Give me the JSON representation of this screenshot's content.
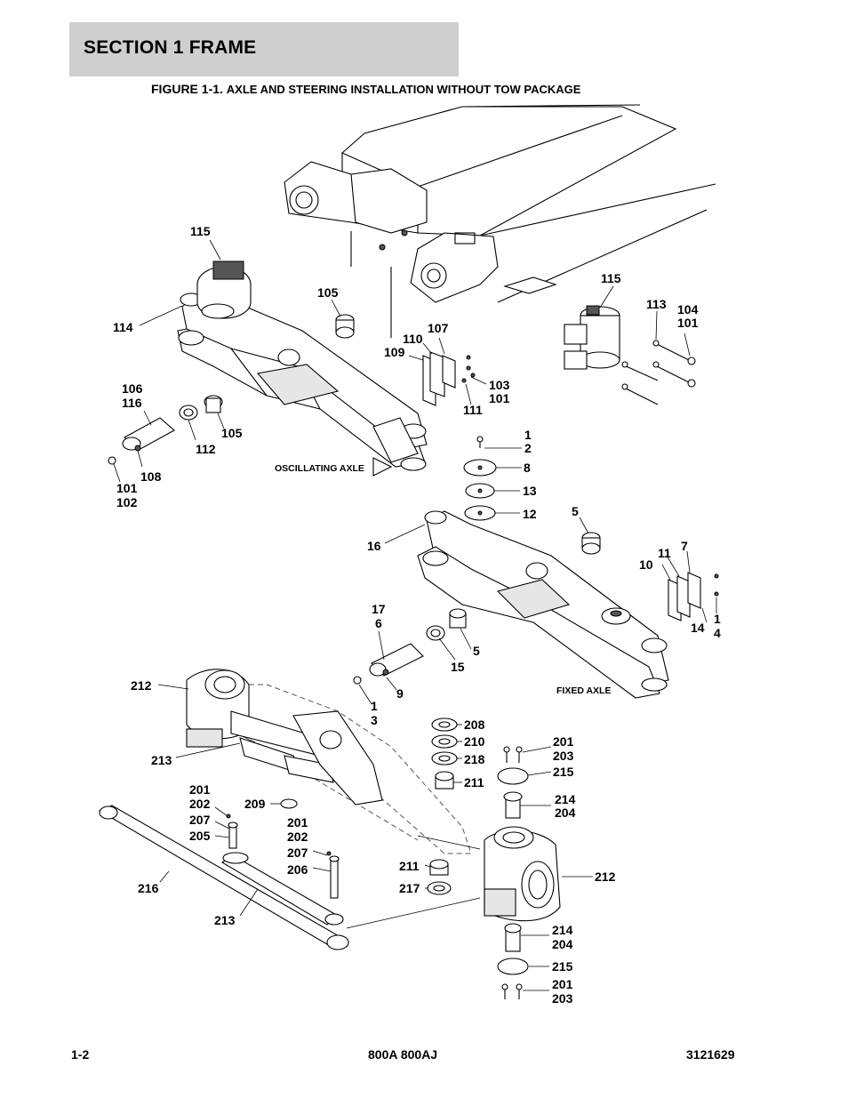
{
  "header": {
    "section": "SECTION 1  FRAME",
    "figure_prefix": "FIGURE 1-1.",
    "figure_title": "AXLE AND STEERING INSTALLATION WITHOUT TOW PACKAGE"
  },
  "notes": {
    "oscillating": "OSCILLATING AXLE",
    "fixed": "FIXED AXLE"
  },
  "callouts": {
    "c115a": "115",
    "c114": "114",
    "c105a": "105",
    "c110": "110",
    "c107": "107",
    "c109": "109",
    "c103a": "103",
    "c101a": "101",
    "c111": "111",
    "c115b": "115",
    "c113": "113",
    "c104": "104",
    "c101b": "101",
    "c106": "106",
    "c116": "116",
    "c112": "112",
    "c105b": "105",
    "c108": "108",
    "c101c": "101",
    "c102a": "102",
    "c1a": "1",
    "c2": "2",
    "c8": "8",
    "c13": "13",
    "c12": "12",
    "c5a": "5",
    "c16": "16",
    "c11": "11",
    "c7": "7",
    "c10": "10",
    "c17": "17",
    "c6": "6",
    "c5b": "5",
    "c15": "15",
    "c14": "14",
    "c1b": "1",
    "c4": "4",
    "c9": "9",
    "c1c": "1",
    "c3": "3",
    "c212a": "212",
    "c213a": "213",
    "c208": "208",
    "c210": "210",
    "c218": "218",
    "c211a": "211",
    "c201a": "201",
    "c203a": "203",
    "c215a": "215",
    "c214a": "214",
    "c204a": "204",
    "c201b": "201",
    "c202b": "202",
    "c207a": "207",
    "c205": "205",
    "c209": "209",
    "c201c": "201",
    "c202c": "202",
    "c207b": "207",
    "c206": "206",
    "c216": "216",
    "c213b": "213",
    "c211b": "211",
    "c217": "217",
    "c212b": "212",
    "c214b": "214",
    "c204b": "204",
    "c215b": "215",
    "c201d": "201",
    "c203b": "203"
  },
  "footer": {
    "page": "1-2",
    "model": "800A 800AJ",
    "part_number": "3121629"
  }
}
